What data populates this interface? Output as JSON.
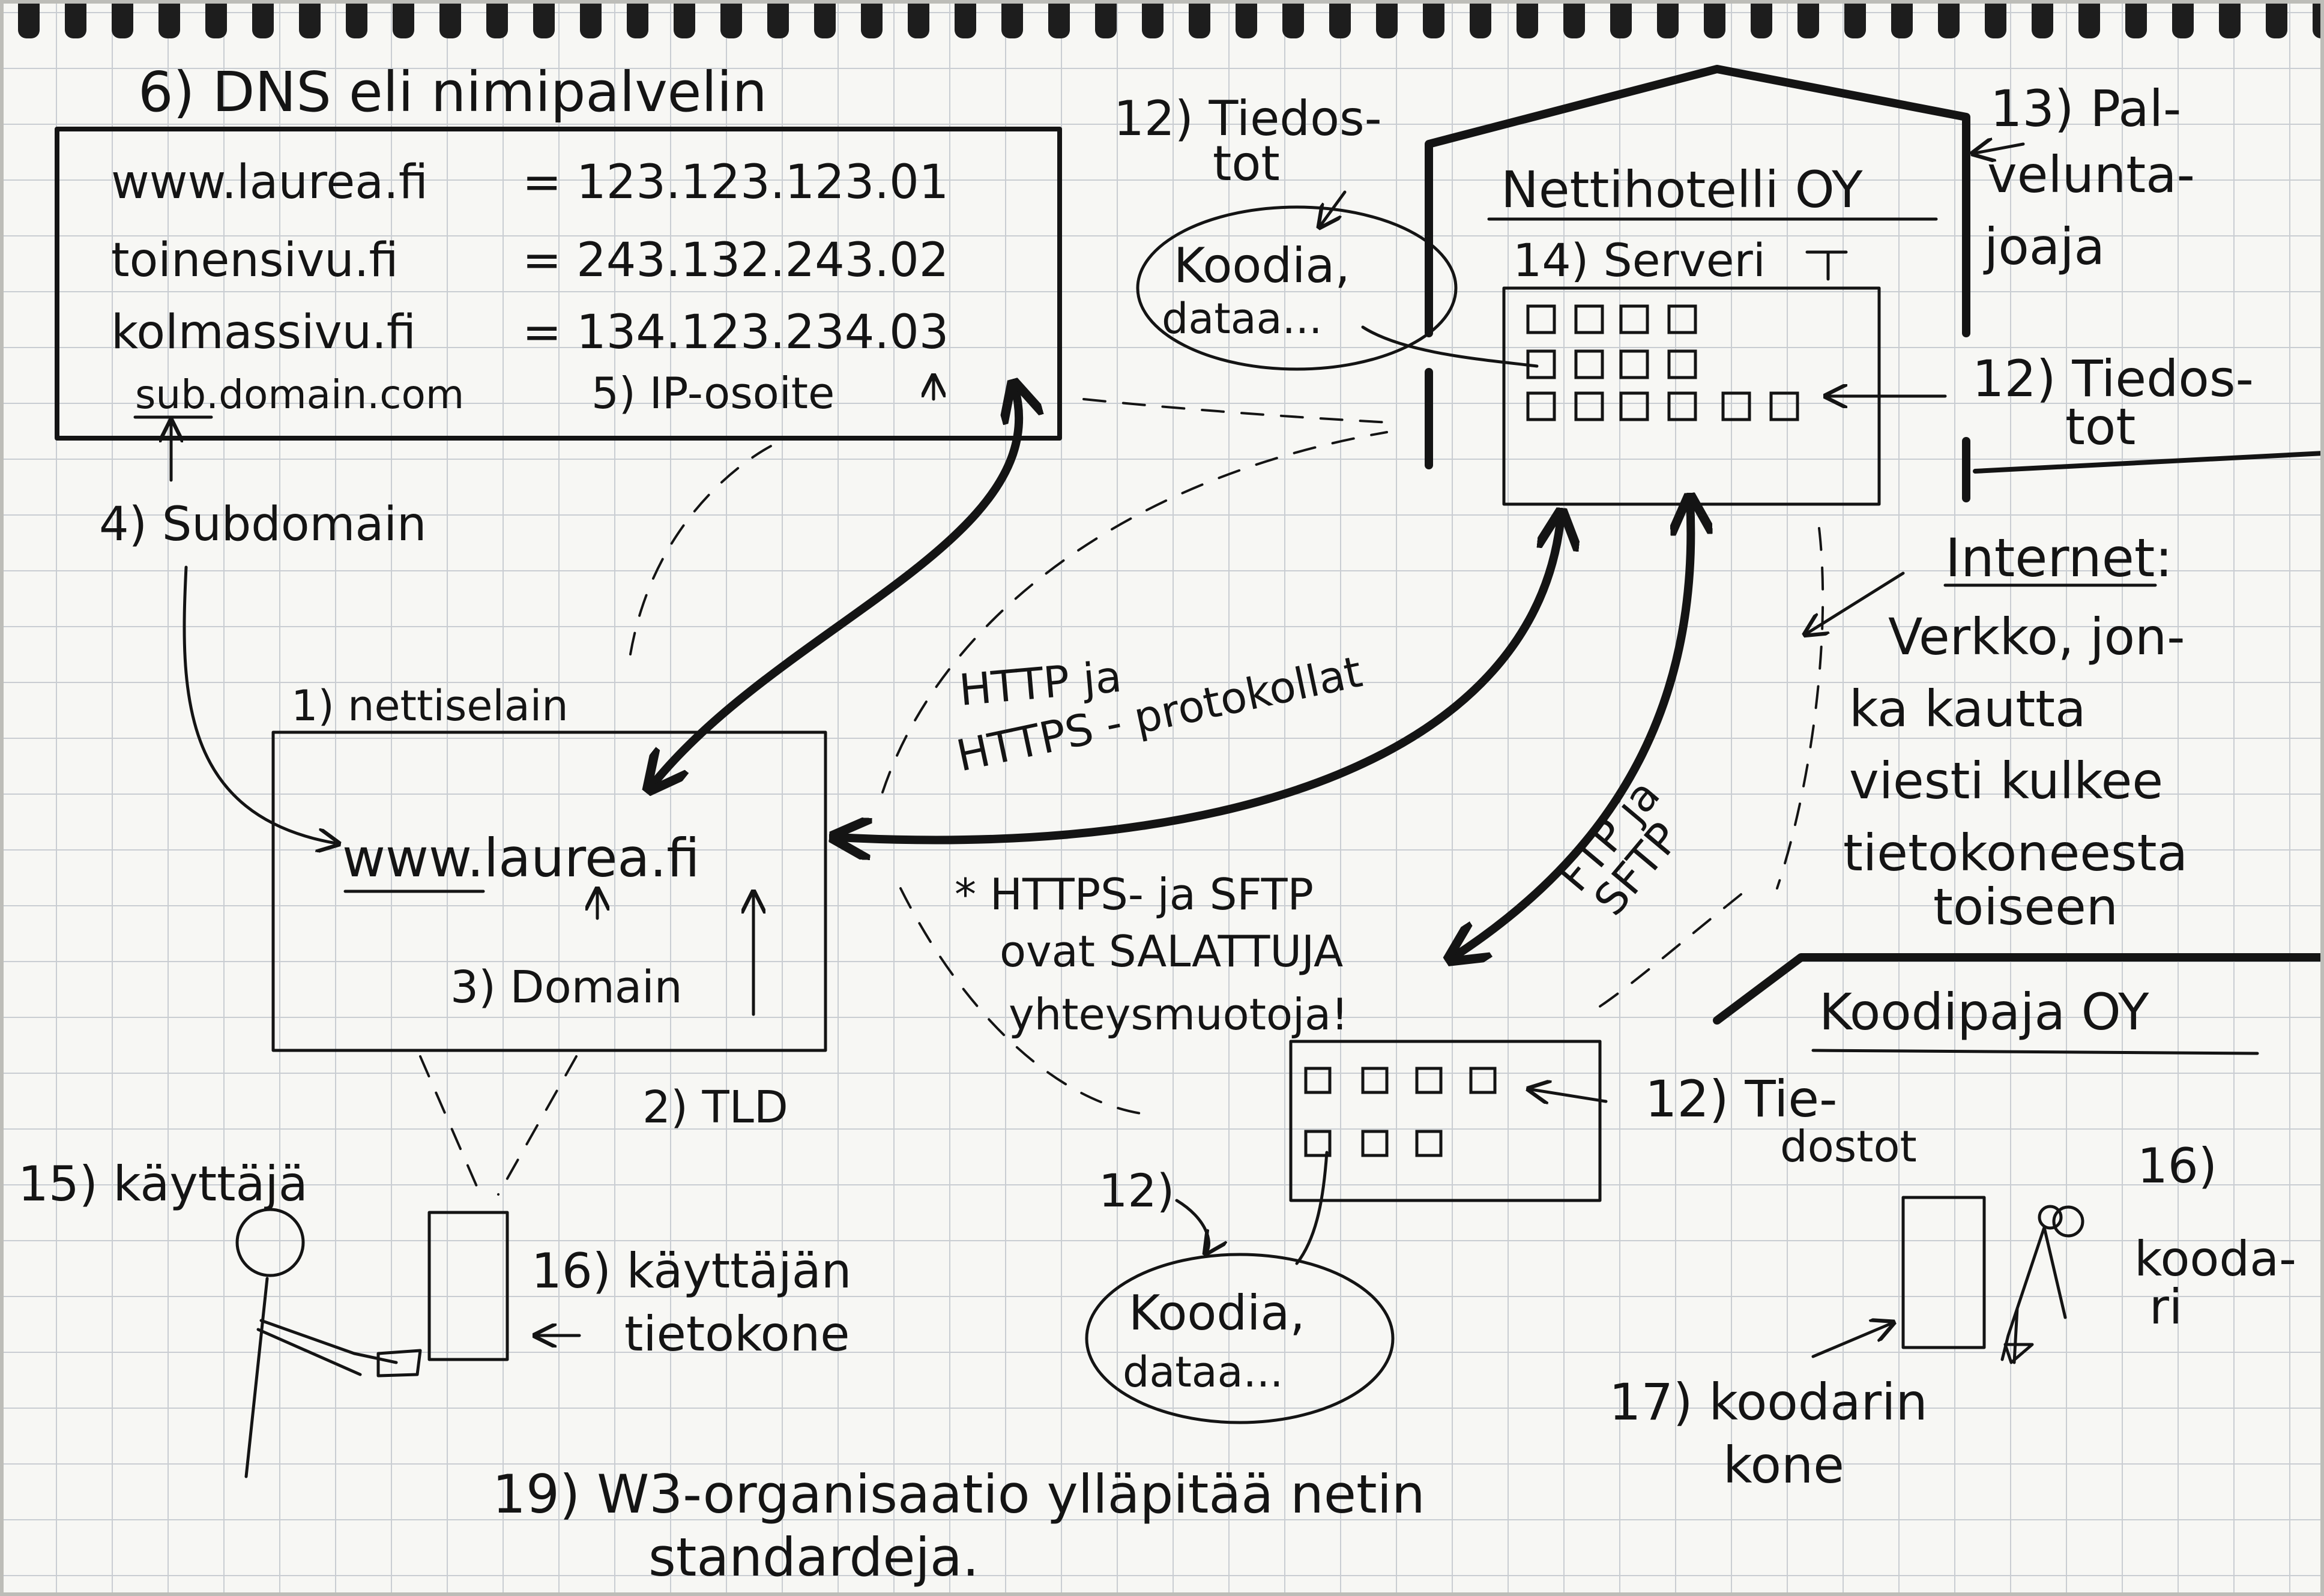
{
  "dns": {
    "title": "6) DNS eli nimipalvelin",
    "rows": [
      {
        "name": "www.laurea.fi",
        "eq": "= 123.123.123.01"
      },
      {
        "name": "toinensivu.fi",
        "eq": "= 243.132.243.02"
      },
      {
        "name": "kolmassivu.fi",
        "eq": "= 134.123.234.03"
      }
    ],
    "sub_domain": "sub.domain.com",
    "ip_label": "5) IP-osoite"
  },
  "subdomain_label": "4) Subdomain",
  "browser": {
    "title": "1) nettiselain",
    "url": "www.laurea.fi",
    "domain_label": "3) Domain",
    "tld_label": "2) TLD"
  },
  "protocols": {
    "http_line1": "HTTP ja",
    "http_line2": "HTTPS - protokollat",
    "ftp_line1": "FTP ja",
    "ftp_line2": "SFTP",
    "note_line1": "* HTTPS- ja SFTP",
    "note_line2": "ovat SALATTUJA",
    "note_line3": "yhteysmuotoja!"
  },
  "hosting": {
    "files_top_line1": "12) Tiedos-",
    "files_top_line2": "tot",
    "bubble_line1": "Koodia,",
    "bubble_line2": "dataa...",
    "company": "Nettihotelli OY",
    "server_label": "14) Serveri",
    "provider_line1": "13) Pal-",
    "provider_line2": "velunta-",
    "provider_line3": "joaja",
    "files_right_line1": "12) Tiedos-",
    "files_right_line2": "tot"
  },
  "internet": {
    "title": "Internet:",
    "line1": "Verkko, jon-",
    "line2": "ka kautta",
    "line3": "viesti kulkee",
    "line4": "tietokoneesta",
    "line5": "toiseen"
  },
  "codeshop": {
    "company": "Koodipaja OY",
    "files_line1": "12) Tie-",
    "files_line2": "dostot",
    "num_label": "12)",
    "bubble_line1": "Koodia,",
    "bubble_line2": "dataa...",
    "coder_line1": "16)",
    "coder_line2": "kooda-",
    "coder_line3": "ri",
    "coder_pc_line1": "17) koodarin",
    "coder_pc_line2": "kone"
  },
  "user": {
    "user_label": "15) käyttäjä",
    "pc_line1": "16) käyttäjän",
    "pc_line2": "tietokone"
  },
  "w3": {
    "line1": "19) W3-organisaatio ylläpitää netin",
    "line2": "standardeja."
  }
}
